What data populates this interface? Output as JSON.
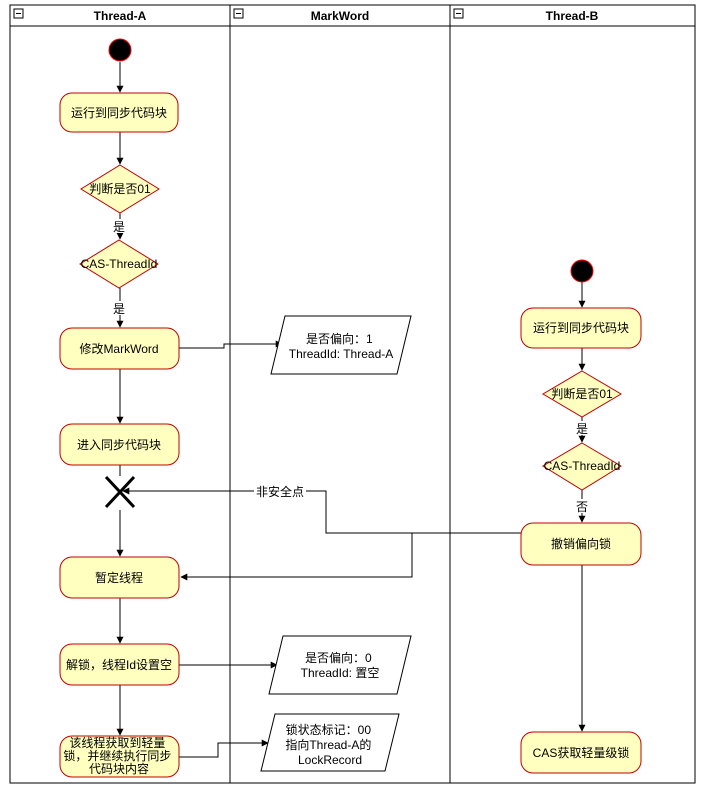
{
  "lanes": [
    {
      "id": "thread-a",
      "title": "Thread-A"
    },
    {
      "id": "markword",
      "title": "MarkWord"
    },
    {
      "id": "thread-b",
      "title": "Thread-B"
    }
  ],
  "thread_a": {
    "run_sync": "运行到同步代码块",
    "check_01": "判断是否01",
    "cas": "CAS-ThreadId",
    "modify_markword": "修改MarkWord",
    "enter_sync": "进入同步代码块",
    "pause": "暂定线程",
    "unlock_lines": [
      "解锁，线程Id设置空"
    ],
    "acquire_lines": [
      "该线程获取到轻量",
      "锁，并继续执行同步",
      "代码块内容"
    ]
  },
  "markword": {
    "biased1_lines": [
      "是否偏向：1",
      "ThreadId: Thread-A"
    ],
    "biased0_lines": [
      "是否偏向：0",
      "ThreadId: 置空"
    ],
    "lock_lines": [
      "锁状态标记：00",
      "指向Thread-A的",
      "LockRecord"
    ]
  },
  "thread_b": {
    "run_sync": "运行到同步代码块",
    "check_01": "判断是否01",
    "cas": "CAS-ThreadId",
    "revoke": "撤销偏向锁",
    "cas_lightweight": "CAS获取轻量级锁"
  },
  "edge_labels": {
    "yes_a1": "是",
    "yes_a2": "是",
    "yes_b1": "是",
    "no_b": "否",
    "unsafe_point": "非安全点"
  },
  "colors": {
    "node_fill": "#ffffc0",
    "node_stroke": "#c00000",
    "start_fill": "#000000",
    "start_stroke": "#ff0000",
    "line": "#000000",
    "lane_border": "#000000"
  }
}
